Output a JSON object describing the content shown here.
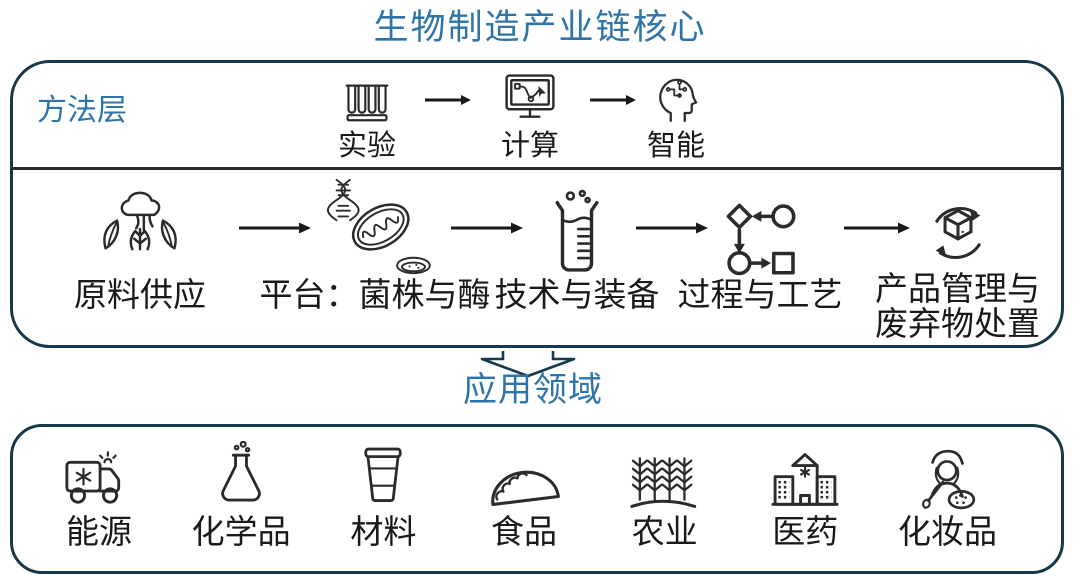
{
  "title": "生物制造产业链核心",
  "core_box": {
    "method_layer": {
      "label": "方法层",
      "items": [
        {
          "label": "实验",
          "icon": "test-tube-rack-icon"
        },
        {
          "label": "计算",
          "icon": "monitor-curve-icon"
        },
        {
          "label": "智能",
          "icon": "ai-head-icon"
        }
      ]
    },
    "chain_layer": {
      "items": [
        {
          "label": "原料供应",
          "icon": "biomass-plants-icon"
        },
        {
          "label": "平台：菌株与酶",
          "icon": "dna-mitochondria-petri-icon"
        },
        {
          "label": "技术与装备",
          "icon": "beaker-icon"
        },
        {
          "label": "过程与工艺",
          "icon": "flowchart-icon"
        },
        {
          "label": "产品管理与\n废弃物处置",
          "icon": "recycle-box-icon"
        }
      ]
    }
  },
  "connector": {
    "label": "应用领域"
  },
  "applications_box": {
    "items": [
      {
        "label": "能源",
        "icon": "energy-truck-icon"
      },
      {
        "label": "化学品",
        "icon": "chemical-flask-icon"
      },
      {
        "label": "材料",
        "icon": "material-cup-icon"
      },
      {
        "label": "食品",
        "icon": "food-taco-icon"
      },
      {
        "label": "农业",
        "icon": "agriculture-wheat-icon"
      },
      {
        "label": "医药",
        "icon": "medicine-hospital-icon"
      },
      {
        "label": "化妆品",
        "icon": "cosmetics-artist-icon"
      }
    ]
  },
  "colors": {
    "accent_blue": "#2E74A8",
    "box_border": "#17384A",
    "icon_stroke": "#2B2B2B",
    "text_black": "#1A1A1A"
  }
}
